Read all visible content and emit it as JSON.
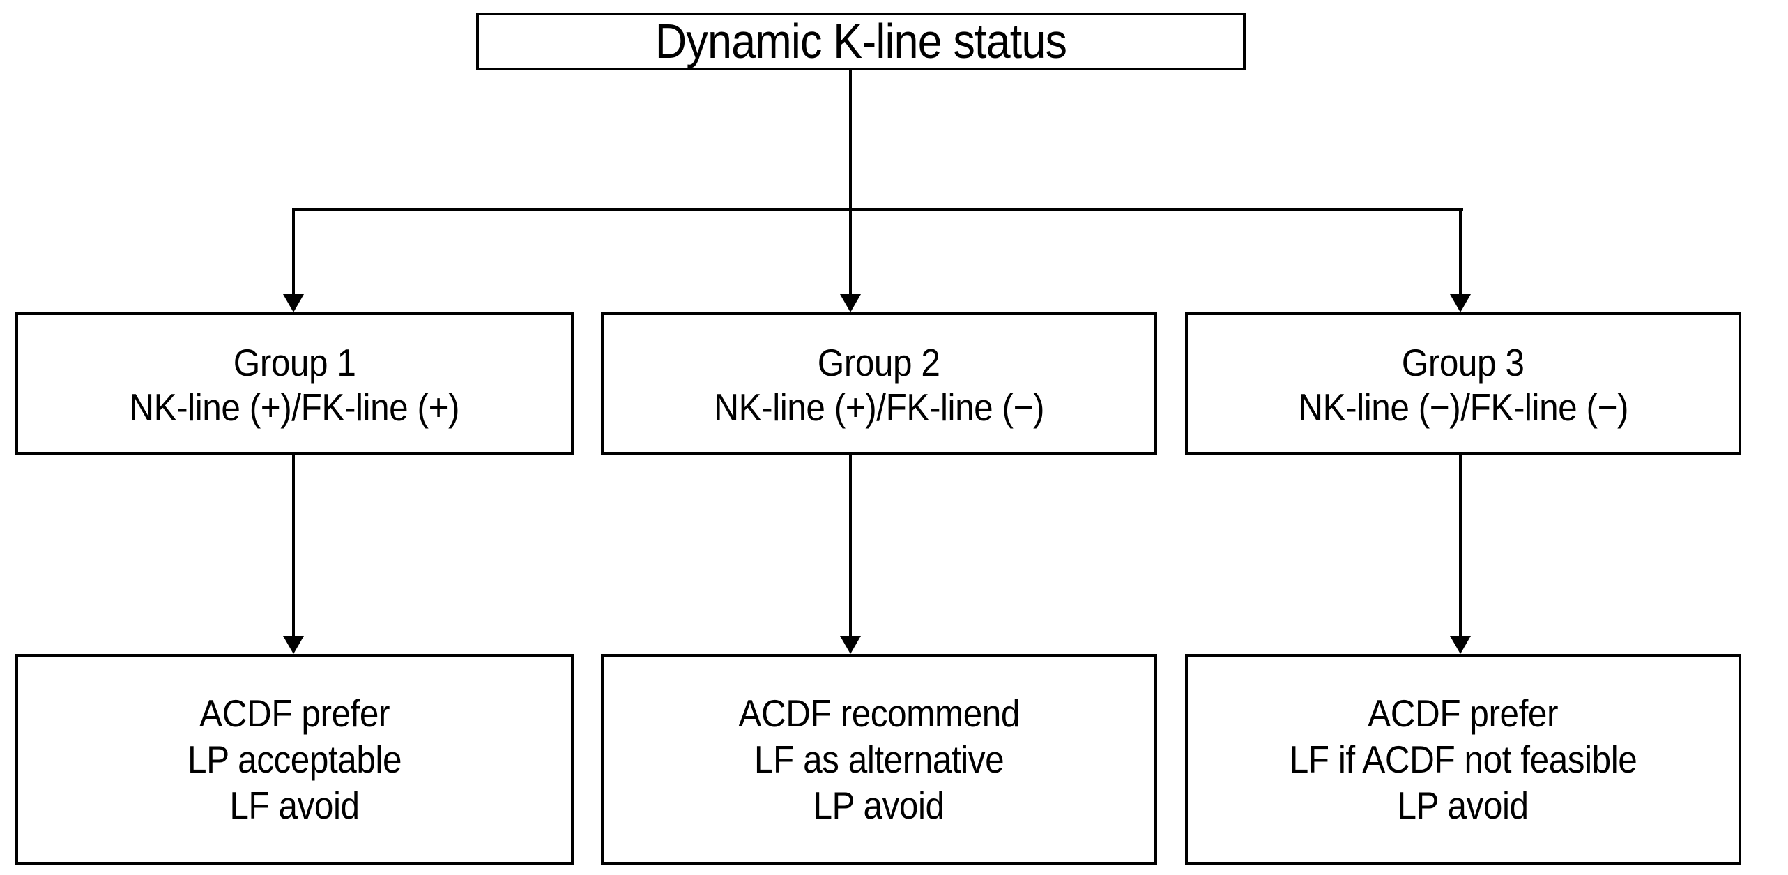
{
  "diagram": {
    "type": "flowchart",
    "orientation": "top-down",
    "title_node": {
      "label": "Dynamic K-line status"
    },
    "groups": [
      {
        "name": "Group 1",
        "criteria": "NK-line (+)/FK-line (+)"
      },
      {
        "name": "Group 2",
        "criteria": "NK-line (+)/FK-line (−)"
      },
      {
        "name": "Group 3",
        "criteria": "NK-line (−)/FK-line (−)"
      }
    ],
    "recommendations": [
      {
        "line1": "ACDF prefer",
        "line2": "LP acceptable",
        "line3": "LF avoid"
      },
      {
        "line1": "ACDF recommend",
        "line2": "LF as alternative",
        "line3": "LP avoid"
      },
      {
        "line1": "ACDF prefer",
        "line2": "LF if ACDF not feasible",
        "line3": "LP avoid"
      }
    ],
    "colors": {
      "stroke": "#000000",
      "fill": "#ffffff",
      "text": "#000000"
    }
  }
}
